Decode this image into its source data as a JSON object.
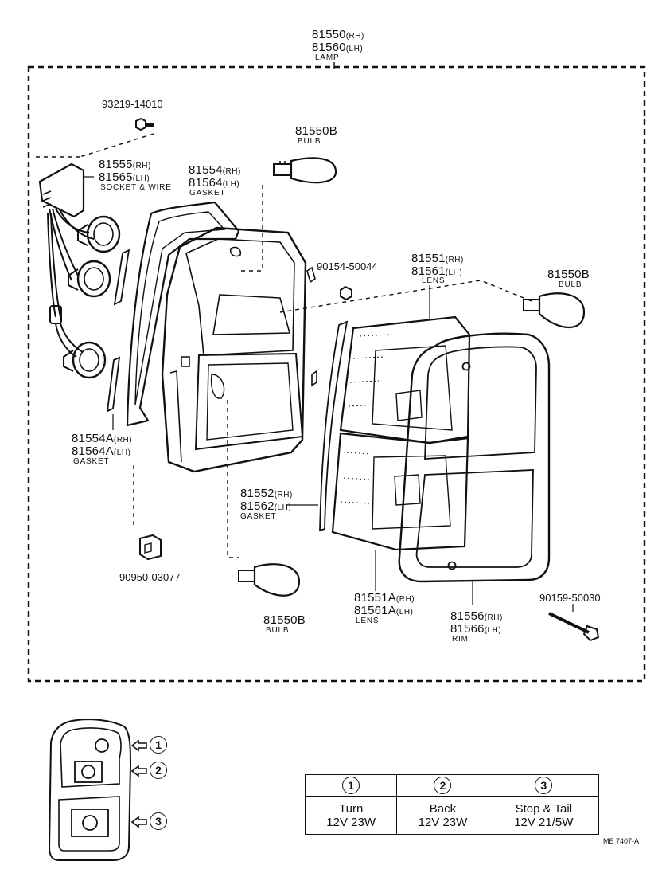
{
  "assembly": {
    "pn_rh": "81550",
    "rh": "(RH)",
    "pn_lh": "81560",
    "lh": "(LH)",
    "name": "LAMP"
  },
  "parts": {
    "screw_top": "93219-14010",
    "socket": {
      "pn_rh": "81555",
      "pn_lh": "81565",
      "name": "SOCKET & WIRE"
    },
    "gasket_frame": {
      "pn_rh": "81554",
      "pn_lh": "81564",
      "name": "GASKET"
    },
    "bulb_top": {
      "pn": "81550B",
      "name": "BULB"
    },
    "screw_mid": "90154-50044",
    "lens_upper": {
      "pn_rh": "81551",
      "pn_lh": "81561",
      "name": "LENS"
    },
    "bulb_right": {
      "pn": "81550B",
      "name": "BULB"
    },
    "gasket_small": {
      "pn_rh": "81554A",
      "pn_lh": "81564A",
      "name": "GASKET"
    },
    "gasket_lens": {
      "pn_rh": "81552",
      "pn_lh": "81562",
      "name": "GASKET"
    },
    "clip": "90950-03077",
    "bulb_bottom": {
      "pn": "81550B",
      "name": "BULB"
    },
    "lens_lower": {
      "pn_rh": "81551A",
      "pn_lh": "81561A",
      "name": "LENS"
    },
    "rim": {
      "pn_rh": "81556",
      "pn_lh": "81566",
      "name": "RIM"
    },
    "screw_rim": "90159-50030"
  },
  "rh_tag": "(RH)",
  "lh_tag": "(LH)",
  "legend": {
    "refs": [
      "1",
      "2",
      "3"
    ],
    "columns": [
      {
        "num": "1",
        "function": "Turn",
        "spec": "12V 23W"
      },
      {
        "num": "2",
        "function": "Back",
        "spec": "12V 23W"
      },
      {
        "num": "3",
        "function": "Stop & Tail",
        "spec": "12V 21/5W"
      }
    ]
  },
  "drawing_code": "ME 7407-A"
}
